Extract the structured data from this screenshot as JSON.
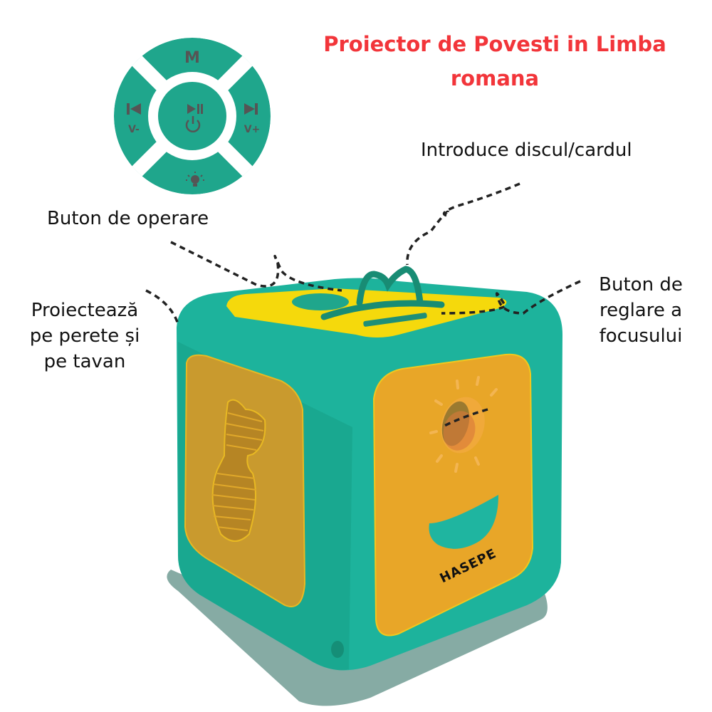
{
  "title": {
    "line1": "Proiector de Povesti in Limba",
    "line2": "romana",
    "color": "#f2353a"
  },
  "labels": {
    "operation_button": "Buton de operare",
    "insert_disc": "Introduce discul/cardul",
    "projects": [
      "Proiectează",
      "pe perete și",
      "pe tavan"
    ],
    "focus_button": [
      "Buton de",
      "reglare a",
      "focusului"
    ]
  },
  "control_pad": {
    "top": "M",
    "left_icon": "previous-track-icon",
    "left": "V-",
    "right_icon": "next-track-icon",
    "right": "V+",
    "center_icons": [
      "play-pause-icon",
      "power-icon"
    ],
    "bottom_icon": "light-bulb-icon",
    "color": "#1fa68c"
  },
  "product": {
    "brand": "HASEPE",
    "body_color": "#1db39c",
    "panel_color": "#e8a628",
    "top_color": "#f5d90c",
    "shadow_color": "#86aba4"
  }
}
